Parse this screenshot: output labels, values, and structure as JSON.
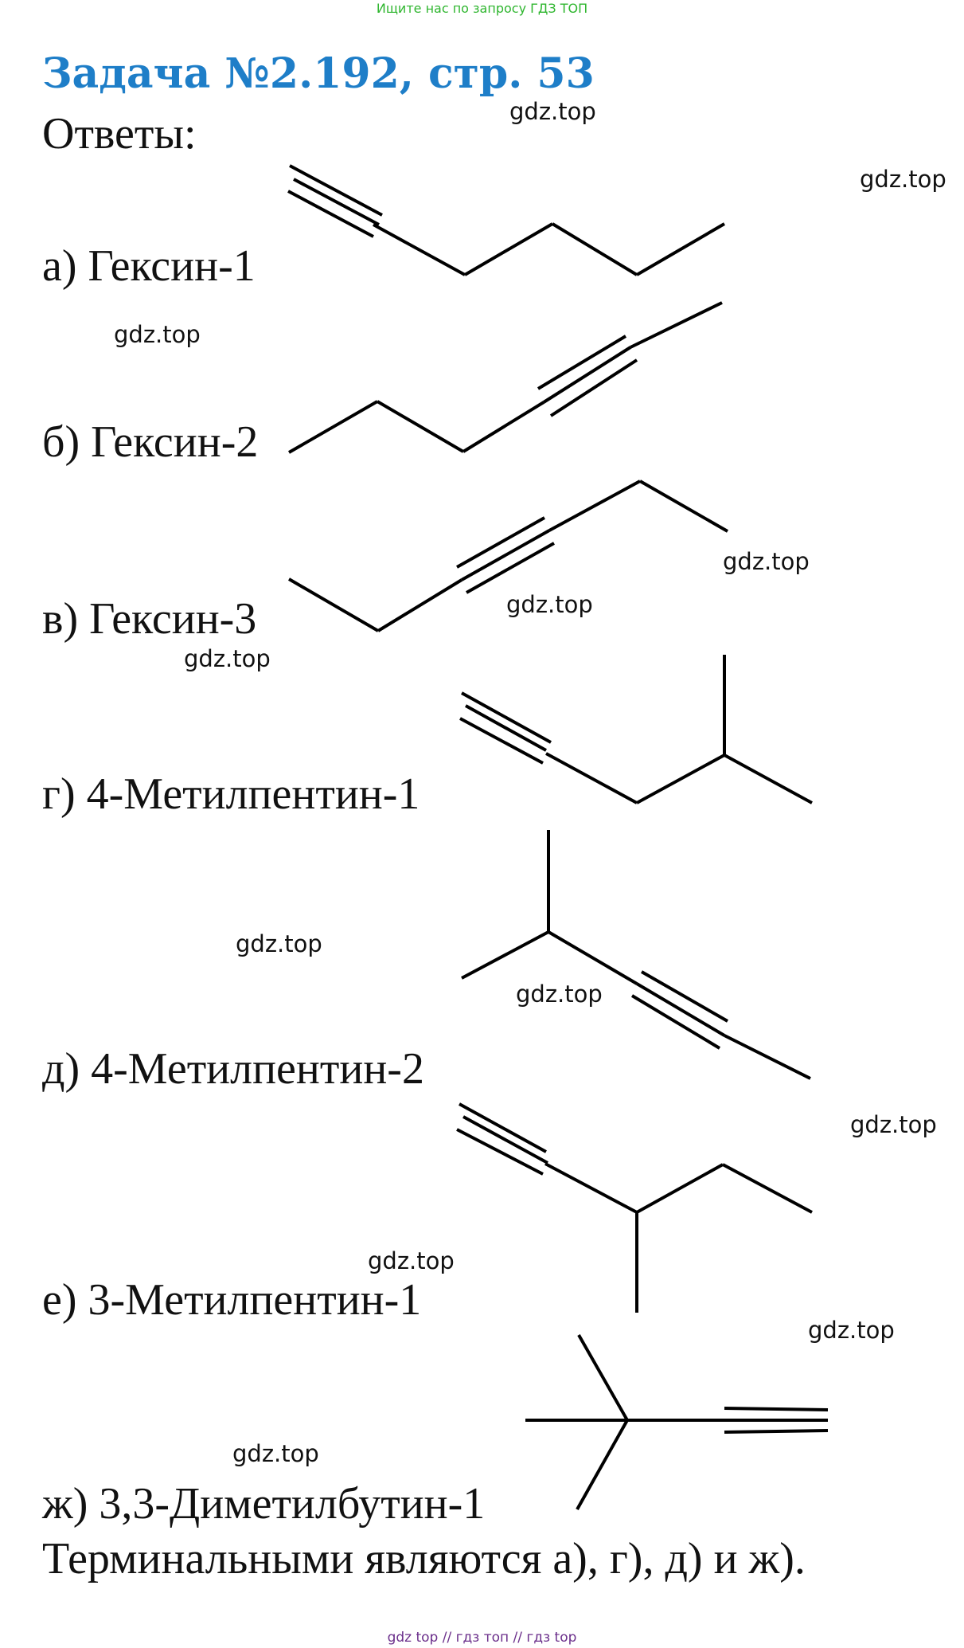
{
  "top_note": "Ищите нас по запросу ГДЗ ТОП",
  "title": "Задача №2.192, стр. 53",
  "answers_heading": "Ответы:",
  "items": [
    {
      "label": "а) Гексин-1"
    },
    {
      "label": "б) Гексин-2"
    },
    {
      "label": "в) Гексин-3"
    },
    {
      "label": "г) 4-Метилпентин-1"
    },
    {
      "label": "д) 4-Метилпентин-2"
    },
    {
      "label": "е) 3-Метилпентин-1"
    },
    {
      "label": "ж) 3,3-Диметилбутин-1"
    }
  ],
  "conclusion": "Терминальными являются а), г), д) и ж).",
  "watermark": "gdz.top",
  "footer": "gdz top  //  гдз топ  //  гдз top"
}
